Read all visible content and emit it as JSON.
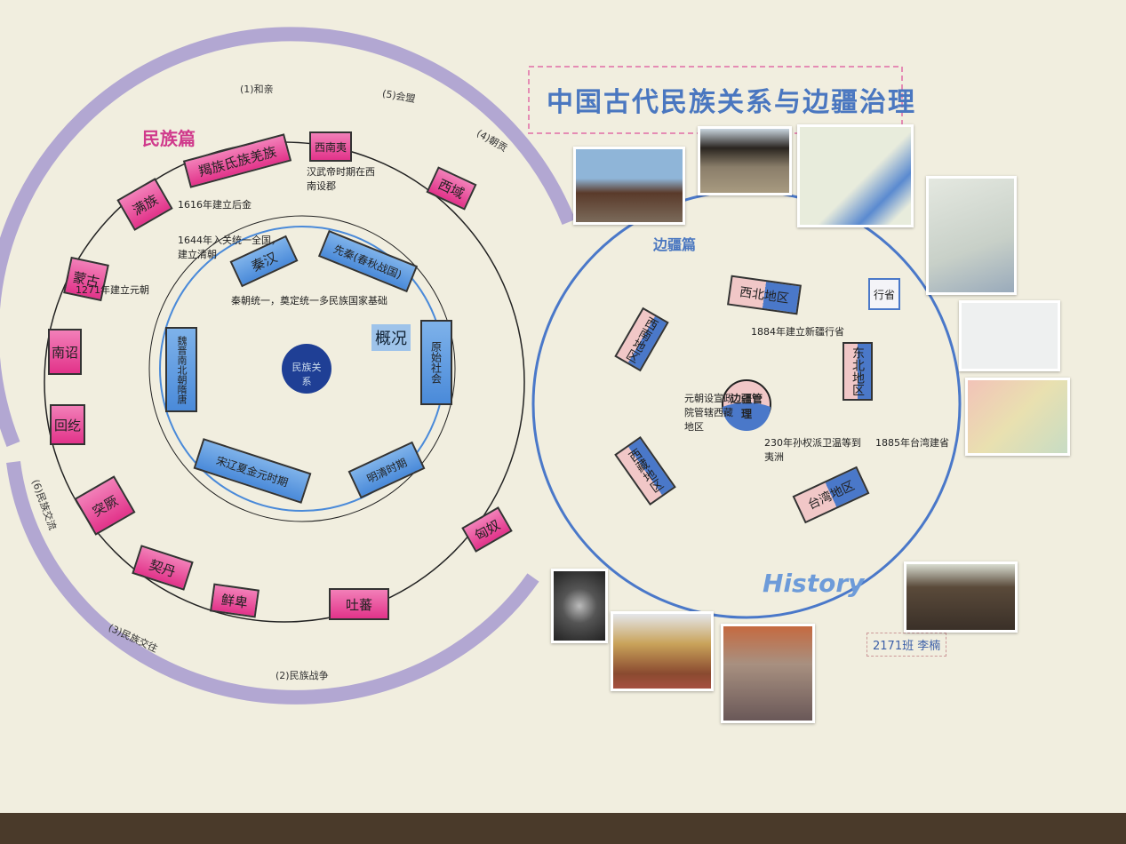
{
  "title": "中国古代民族关系与边疆治理",
  "left_section": {
    "header": "民族篇",
    "center": "民族关系",
    "overview": "概况",
    "ethnic_groups": [
      "羯族氐族羌族",
      "西南夷",
      "西域",
      "匈奴",
      "吐蕃",
      "鲜卑",
      "契丹",
      "突厥",
      "回纥",
      "南诏",
      "蒙古",
      "满族"
    ],
    "periods": [
      "秦汉",
      "先秦(春秋战国)",
      "原始社会",
      "明清时期",
      "宋辽夏金元时期",
      "魏晋南北朝隋唐"
    ],
    "band_labels": [
      "(1)和亲",
      "(2)民族战争",
      "(3)民族交往",
      "(4)朝贡",
      "(5)会盟",
      "(6)民族交流"
    ],
    "notes": [
      "1616年建立后金",
      "1644年入关统一全国，建立清朝",
      "1271年建立元朝",
      "秦朝统一，奠定统一多民族国家基础",
      "汉武帝时期在西南设郡"
    ]
  },
  "right_section": {
    "header": "边疆篇",
    "center": "边疆管理",
    "regions": [
      "西北地区",
      "东北地区",
      "台湾地区",
      "西藏地区",
      "西南地区"
    ],
    "badge": "行省",
    "history": "History",
    "signature": "2171班 李楠",
    "notes": [
      "元朝设宣政院管辖西藏地区",
      "1884年建立新疆行省",
      "230年孙权派卫温等到夷洲",
      "1885年台湾建省"
    ]
  },
  "colors": {
    "pink": "#e2338a",
    "blue": "#4a8ad9",
    "purple": "#a89cc8",
    "paper": "#f1eedf"
  }
}
